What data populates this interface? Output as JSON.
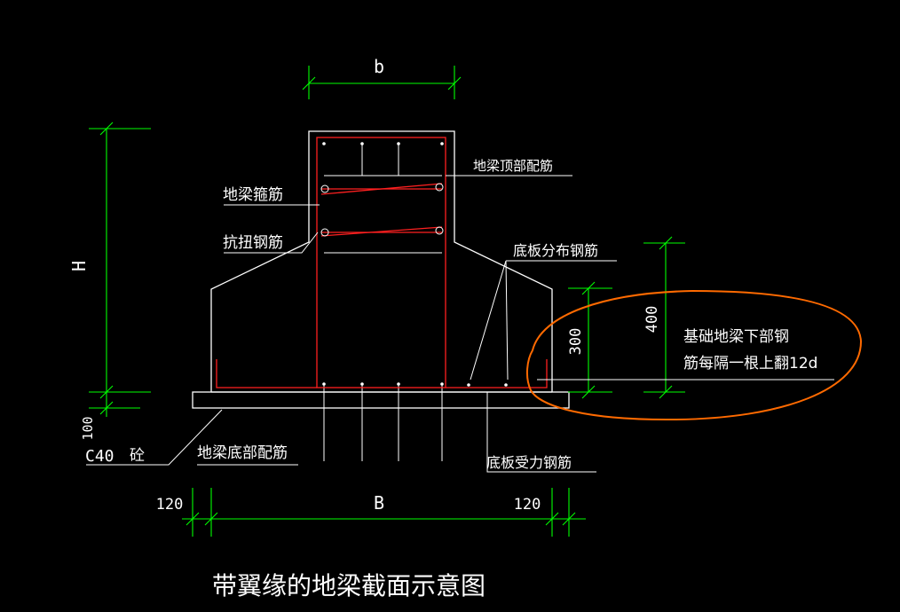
{
  "colors": {
    "background": "#000000",
    "outline": "#ffffff",
    "rebar": "#ff2020",
    "dimension": "#00ff00",
    "markup": "#ff6a00"
  },
  "dimensions": {
    "b": "b",
    "H": "H",
    "bottom_100": "100",
    "B": "B",
    "left_120": "120",
    "right_120": "120",
    "flange_300": "300",
    "flange_400": "400"
  },
  "labels": {
    "stirrup": "地梁箍筋",
    "torsion": "抗扭钢筋",
    "top_rebar": "地梁顶部配筋",
    "slab_distribution": "底板分布钢筋",
    "note_line1": "基础地梁下部钢",
    "note_line2": "筋每隔一根上翻12d",
    "concrete_grade": "C40",
    "concrete_suffix": "砼",
    "bottom_rebar": "地梁底部配筋",
    "slab_main": "底板受力钢筋"
  },
  "caption": "带翼缘的地梁截面示意图"
}
